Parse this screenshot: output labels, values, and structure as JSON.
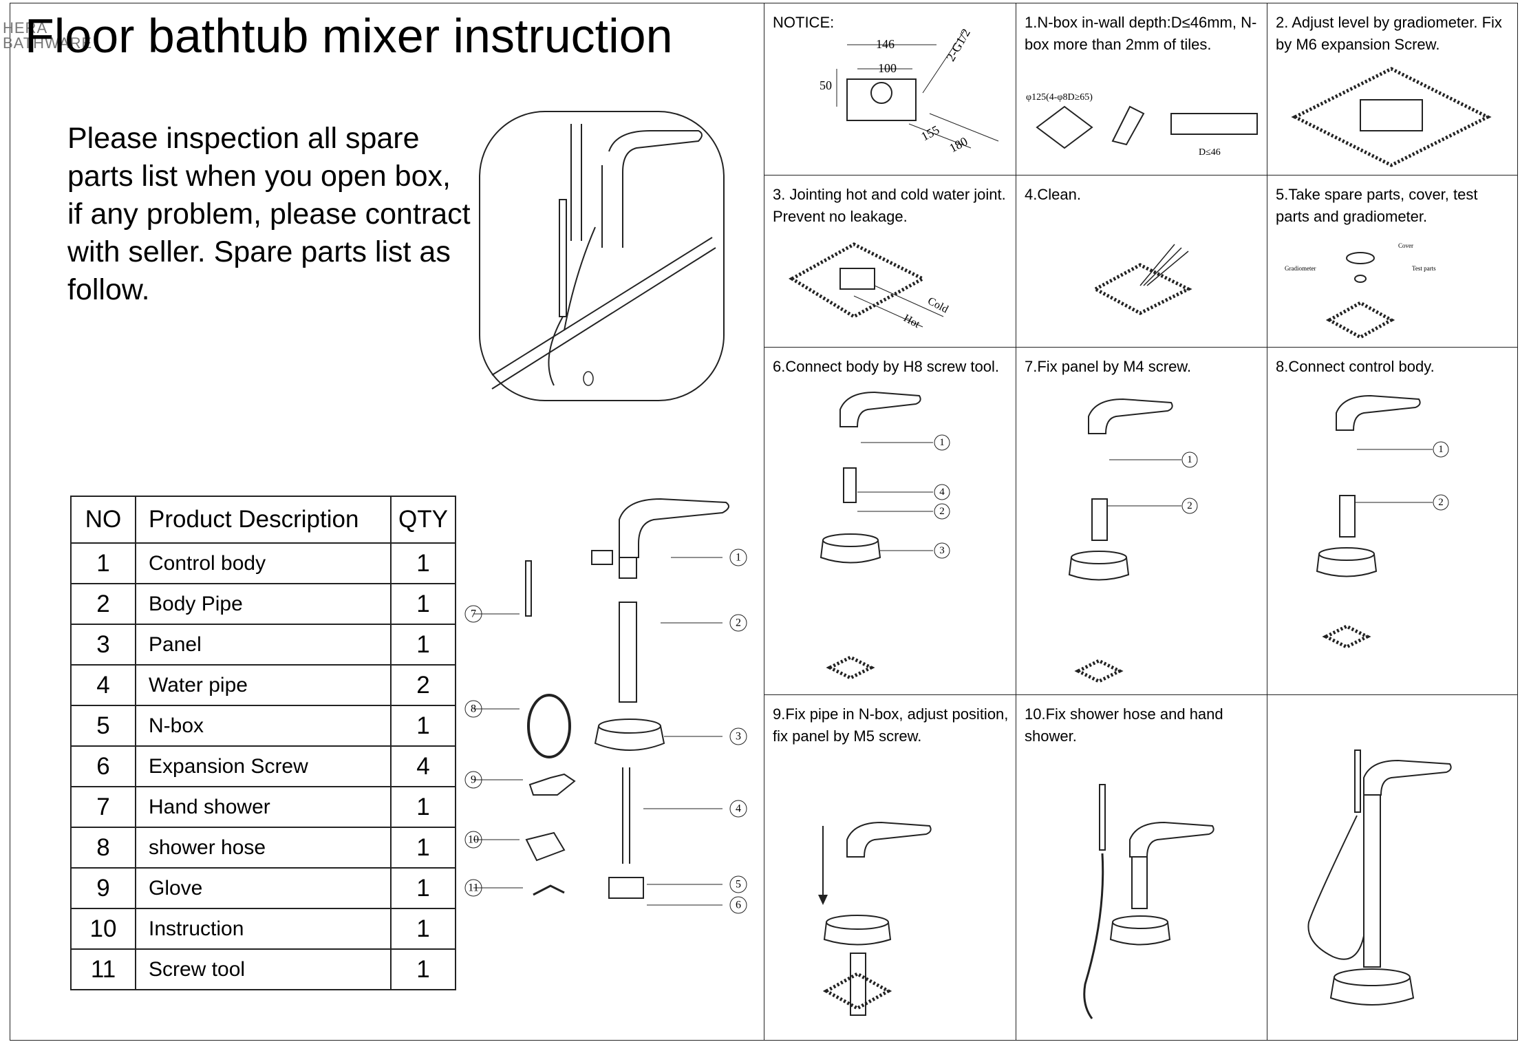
{
  "brand": {
    "line1": "HERA",
    "line2": "BATHWARE"
  },
  "title": "Floor bathtub mixer instruction",
  "intro": "Please inspection all spare parts list when you open box, if any problem, please contract with seller. Spare parts list as follow.",
  "table": {
    "headers": {
      "no": "NO",
      "desc": "Product Description",
      "qty": "QTY"
    },
    "rows": [
      {
        "no": "1",
        "desc": "Control body",
        "qty": "1"
      },
      {
        "no": "2",
        "desc": "Body Pipe",
        "qty": "1"
      },
      {
        "no": "3",
        "desc": "Panel",
        "qty": "1"
      },
      {
        "no": "4",
        "desc": "Water pipe",
        "qty": "2"
      },
      {
        "no": "5",
        "desc": "N-box",
        "qty": "1"
      },
      {
        "no": "6",
        "desc": "Expansion Screw",
        "qty": "4"
      },
      {
        "no": "7",
        "desc": "Hand shower",
        "qty": "1"
      },
      {
        "no": "8",
        "desc": "shower hose",
        "qty": "1"
      },
      {
        "no": "9",
        "desc": "Glove",
        "qty": "1"
      },
      {
        "no": "10",
        "desc": "Instruction",
        "qty": "1"
      },
      {
        "no": "11",
        "desc": "Screw tool",
        "qty": "1"
      }
    ]
  },
  "exploded_labels": [
    "1",
    "2",
    "3",
    "4",
    "5",
    "6",
    "7",
    "8",
    "9",
    "10",
    "11"
  ],
  "notice": {
    "label": "NOTICE:",
    "dims": [
      "146",
      "100",
      "50",
      "2-G1/2",
      "155",
      "180"
    ]
  },
  "steps": [
    {
      "text": "1.N-box in-wall depth:D≤46mm, N-box more than 2mm of tiles.",
      "notes": [
        "φ125(4-φ8D≥65)",
        "D≤46"
      ]
    },
    {
      "text": "2. Adjust level by gradiometer. Fix by M6 expansion Screw.",
      "notes": []
    },
    {
      "text": "3. Jointing hot and cold water joint. Prevent no leakage.",
      "notes": [
        "Cold",
        "Hot"
      ]
    },
    {
      "text": "4.Clean.",
      "notes": []
    },
    {
      "text": "5.Take spare parts, cover, test parts and gradiometer.",
      "notes": [
        "Cover",
        "Gradiometer",
        "Test parts"
      ]
    },
    {
      "text": "6.Connect body by H8 screw tool.",
      "notes": [
        "1",
        "4",
        "2",
        "3"
      ]
    },
    {
      "text": "7.Fix panel by M4 screw.",
      "notes": [
        "1",
        "2"
      ]
    },
    {
      "text": "8.Connect control body.",
      "notes": [
        "1",
        "2"
      ]
    },
    {
      "text": "9.Fix pipe in N-box, adjust position, fix panel by M5 screw.",
      "notes": []
    },
    {
      "text": "10.Fix shower hose and hand shower.",
      "notes": []
    },
    {
      "text": "",
      "notes": []
    }
  ],
  "colors": {
    "ink": "#222222",
    "brand": "#777777"
  }
}
